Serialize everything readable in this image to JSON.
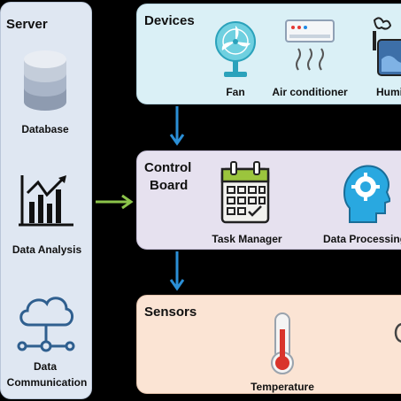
{
  "server": {
    "title": "Server",
    "items": [
      {
        "label": "Database"
      },
      {
        "label": "Data Analysis"
      },
      {
        "label_line1": "Data",
        "label_line2": "Communication"
      }
    ]
  },
  "devices": {
    "title": "Devices",
    "items": [
      {
        "label": "Fan"
      },
      {
        "label": "Air conditioner"
      },
      {
        "label": "Humi"
      }
    ]
  },
  "control_board": {
    "title_line1": "Control",
    "title_line2": "Board",
    "items": [
      {
        "label": "Task Manager"
      },
      {
        "label": "Data Processing"
      }
    ]
  },
  "sensors": {
    "title": "Sensors",
    "items": [
      {
        "label": "Temperature"
      }
    ]
  },
  "colors": {
    "arrow_blue": "#2b8fd6",
    "arrow_green": "#8bc34a"
  }
}
